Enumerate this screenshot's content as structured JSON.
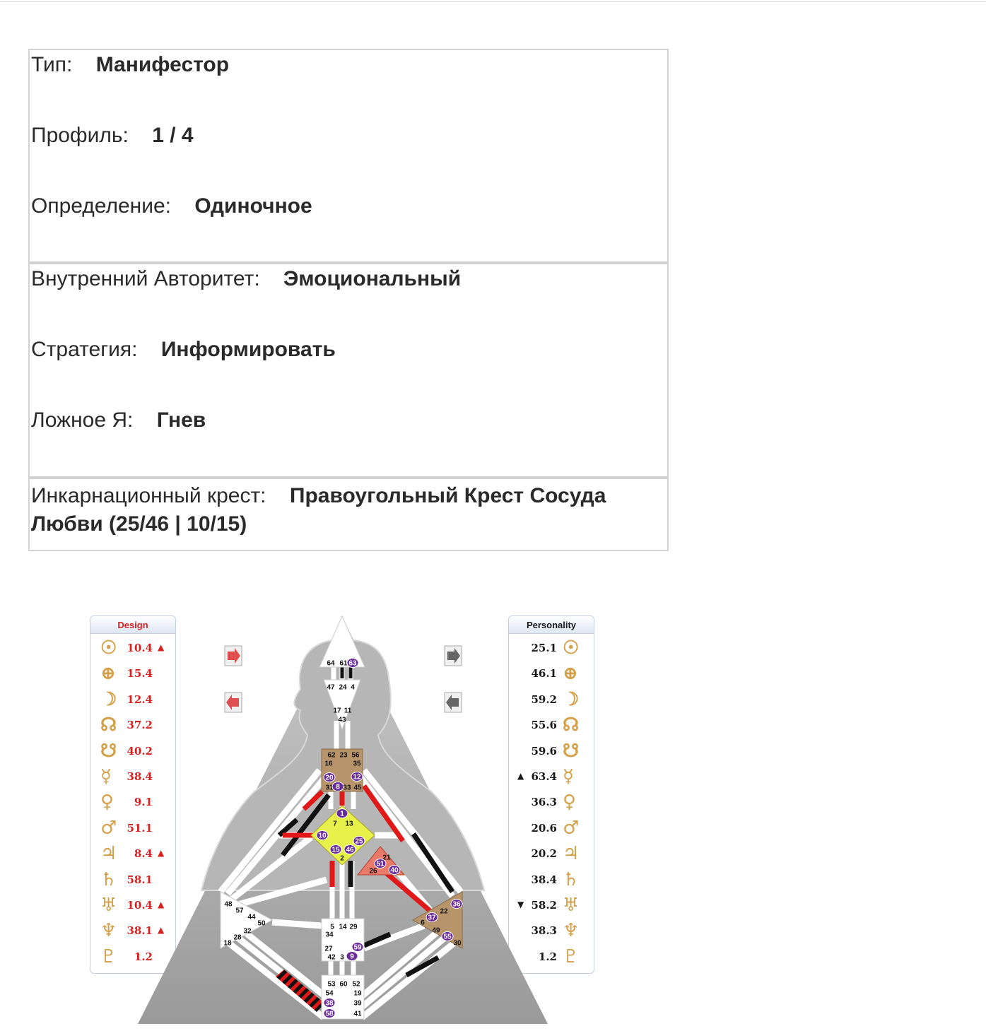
{
  "summary": {
    "type_label": "Тип:",
    "type_value": "Манифестор",
    "profile_label": "Профиль:",
    "profile_value": "1 / 4",
    "definition_label": "Определение:",
    "definition_value": "Одиночное",
    "authority_label": "Внутренний Авторитет:",
    "authority_value": "Эмоциональный",
    "strategy_label": "Стратегия:",
    "strategy_value": "Информировать",
    "notself_label": "Ложное Я:",
    "notself_value": "Гнев",
    "cross_label": "Инкарнационный крест:",
    "cross_value": "Правоугольный Крест Сосуда Любви (25/46 | 10/15)"
  },
  "design": {
    "title": "Design",
    "color": "#d92020",
    "rows": [
      {
        "planet": "sun-icon",
        "value": "10.4",
        "mark": "▲"
      },
      {
        "planet": "earth-icon",
        "value": "15.4",
        "mark": ""
      },
      {
        "planet": "moon-icon",
        "value": "12.4",
        "mark": ""
      },
      {
        "planet": "north-node-icon",
        "value": "37.2",
        "mark": ""
      },
      {
        "planet": "south-node-icon",
        "value": "40.2",
        "mark": ""
      },
      {
        "planet": "mercury-icon",
        "value": "38.4",
        "mark": ""
      },
      {
        "planet": "venus-icon",
        "value": "9.1",
        "mark": ""
      },
      {
        "planet": "mars-icon",
        "value": "51.1",
        "mark": ""
      },
      {
        "planet": "jupiter-icon",
        "value": "8.4",
        "mark": "▲"
      },
      {
        "planet": "saturn-icon",
        "value": "58.1",
        "mark": ""
      },
      {
        "planet": "uranus-icon",
        "value": "10.4",
        "mark": "▲"
      },
      {
        "planet": "neptune-icon",
        "value": "38.1",
        "mark": "▲"
      },
      {
        "planet": "pluto-icon",
        "value": "1.2",
        "mark": ""
      }
    ]
  },
  "personality": {
    "title": "Personality",
    "color": "#1a1a1a",
    "rows": [
      {
        "planet": "sun-icon",
        "value": "25.1",
        "mark": ""
      },
      {
        "planet": "earth-icon",
        "value": "46.1",
        "mark": ""
      },
      {
        "planet": "moon-icon",
        "value": "59.2",
        "mark": ""
      },
      {
        "planet": "north-node-icon",
        "value": "55.6",
        "mark": ""
      },
      {
        "planet": "south-node-icon",
        "value": "59.6",
        "mark": ""
      },
      {
        "planet": "mercury-icon",
        "value": "63.4",
        "mark": "▲"
      },
      {
        "planet": "venus-icon",
        "value": "36.3",
        "mark": ""
      },
      {
        "planet": "mars-icon",
        "value": "20.6",
        "mark": ""
      },
      {
        "planet": "jupiter-icon",
        "value": "20.2",
        "mark": ""
      },
      {
        "planet": "saturn-icon",
        "value": "38.4",
        "mark": ""
      },
      {
        "planet": "uranus-icon",
        "value": "58.2",
        "mark": "▼"
      },
      {
        "planet": "neptune-icon",
        "value": "38.3",
        "mark": ""
      },
      {
        "planet": "pluto-icon",
        "value": "1.2",
        "mark": ""
      }
    ]
  },
  "planet_glyphs": {
    "sun-icon": "☉",
    "earth-icon": "⊕",
    "moon-icon": "☽",
    "north-node-icon": "☊",
    "south-node-icon": "☋",
    "mercury-icon": "☿",
    "venus-icon": "♀",
    "mars-icon": "♂",
    "jupiter-icon": "♃",
    "saturn-icon": "♄",
    "uranus-icon": "♅",
    "neptune-icon": "♆",
    "pluto-icon": "♇"
  },
  "bodygraph": {
    "head_gates": [
      "64",
      "61",
      "63"
    ],
    "ajna_gates": [
      "47",
      "24",
      "4",
      "17",
      "11",
      "43"
    ],
    "throat_gates": [
      "62",
      "23",
      "56",
      "16",
      "35",
      "20",
      "12",
      "31",
      "8",
      "33",
      "45"
    ],
    "g_gates": [
      "1",
      "7",
      "13",
      "10",
      "25",
      "15",
      "46",
      "2"
    ],
    "heart_gates": [
      "21",
      "51",
      "26",
      "40"
    ],
    "spleen_gates": [
      "48",
      "57",
      "44",
      "50",
      "32",
      "28",
      "18"
    ],
    "sacral_gates": [
      "5",
      "14",
      "29",
      "34",
      "27",
      "59",
      "42",
      "3",
      "9"
    ],
    "solar_gates": [
      "36",
      "22",
      "37",
      "6",
      "49",
      "55",
      "30"
    ],
    "root_gates": [
      "53",
      "60",
      "52",
      "54",
      "19",
      "38",
      "39",
      "58",
      "41"
    ],
    "colors": {
      "design": "#e01818",
      "personality": "#111111",
      "defined_center": "#b8946a",
      "g_center": "#e8f04a",
      "heart_center": "#e87a6a"
    }
  }
}
